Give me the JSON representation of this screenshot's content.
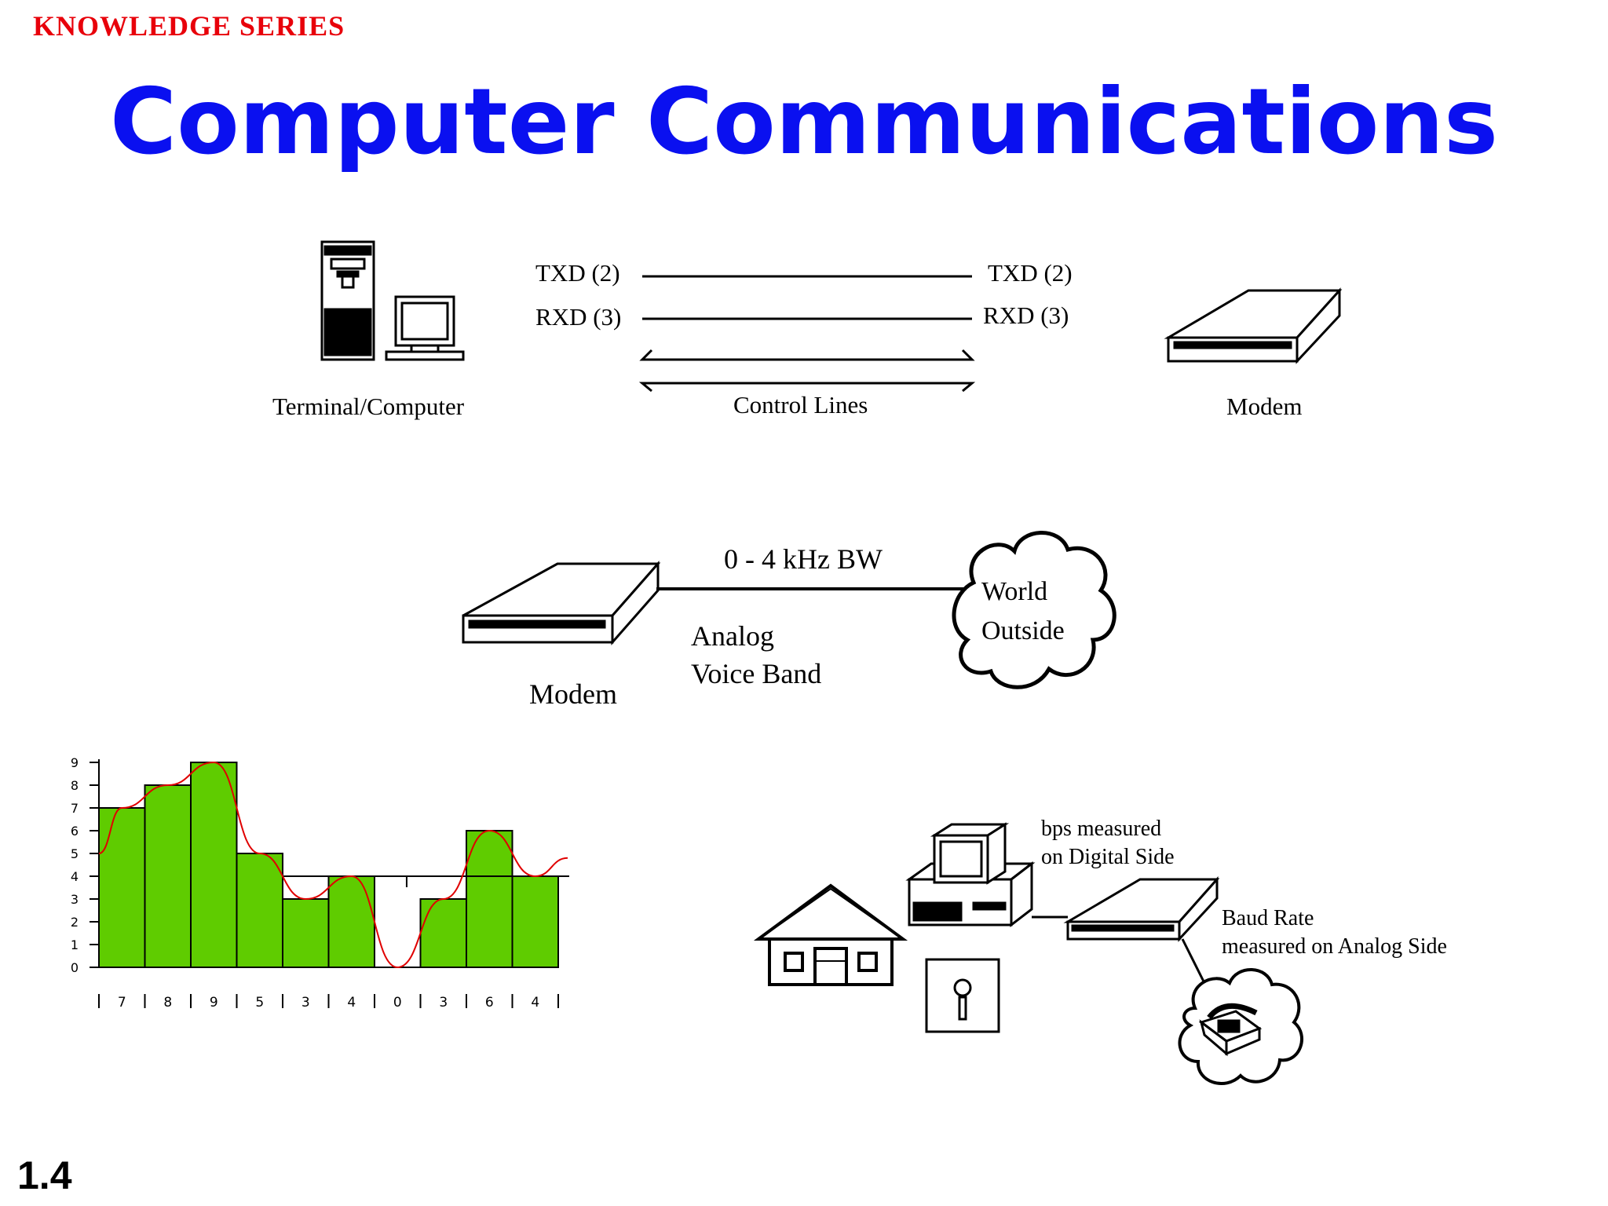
{
  "header": {
    "series": "KNOWLEDGE SERIES",
    "title": "Computer Communications"
  },
  "page_number": "1.4",
  "top_diagram": {
    "terminal_label": "Terminal/Computer",
    "txd_left": "TXD (2)",
    "rxd_left": "RXD (3)",
    "txd_right": "TXD (2)",
    "rxd_right": "RXD (3)",
    "control_label": "Control Lines",
    "modem_label": "Modem"
  },
  "middle_diagram": {
    "bandwidth_label": "0 - 4 kHz BW",
    "analog_line1": "Analog",
    "analog_line2": "Voice Band",
    "cloud_line1": "World",
    "cloud_line2": "Outside",
    "modem_label": "Modem"
  },
  "bottom_diagram": {
    "bps_line1": "bps measured",
    "bps_line2": "on Digital Side",
    "baud_line1": "Baud Rate",
    "baud_line2": "measured on Analog Side"
  },
  "chart_data": {
    "type": "bar",
    "yticks": [
      "9",
      "8",
      "7",
      "6",
      "5",
      "4",
      "3",
      "2",
      "1",
      "0"
    ],
    "ylim": [
      0,
      9
    ],
    "values": [
      7,
      8,
      9,
      5,
      3,
      4,
      0,
      3,
      6,
      4
    ],
    "xlabels": [
      "7",
      "8",
      "9",
      "5",
      "3",
      "4",
      "0",
      "3",
      "6",
      "4"
    ],
    "bar_color": "#5fcc00",
    "curve_color": "#e00000",
    "reference_level": 4
  }
}
